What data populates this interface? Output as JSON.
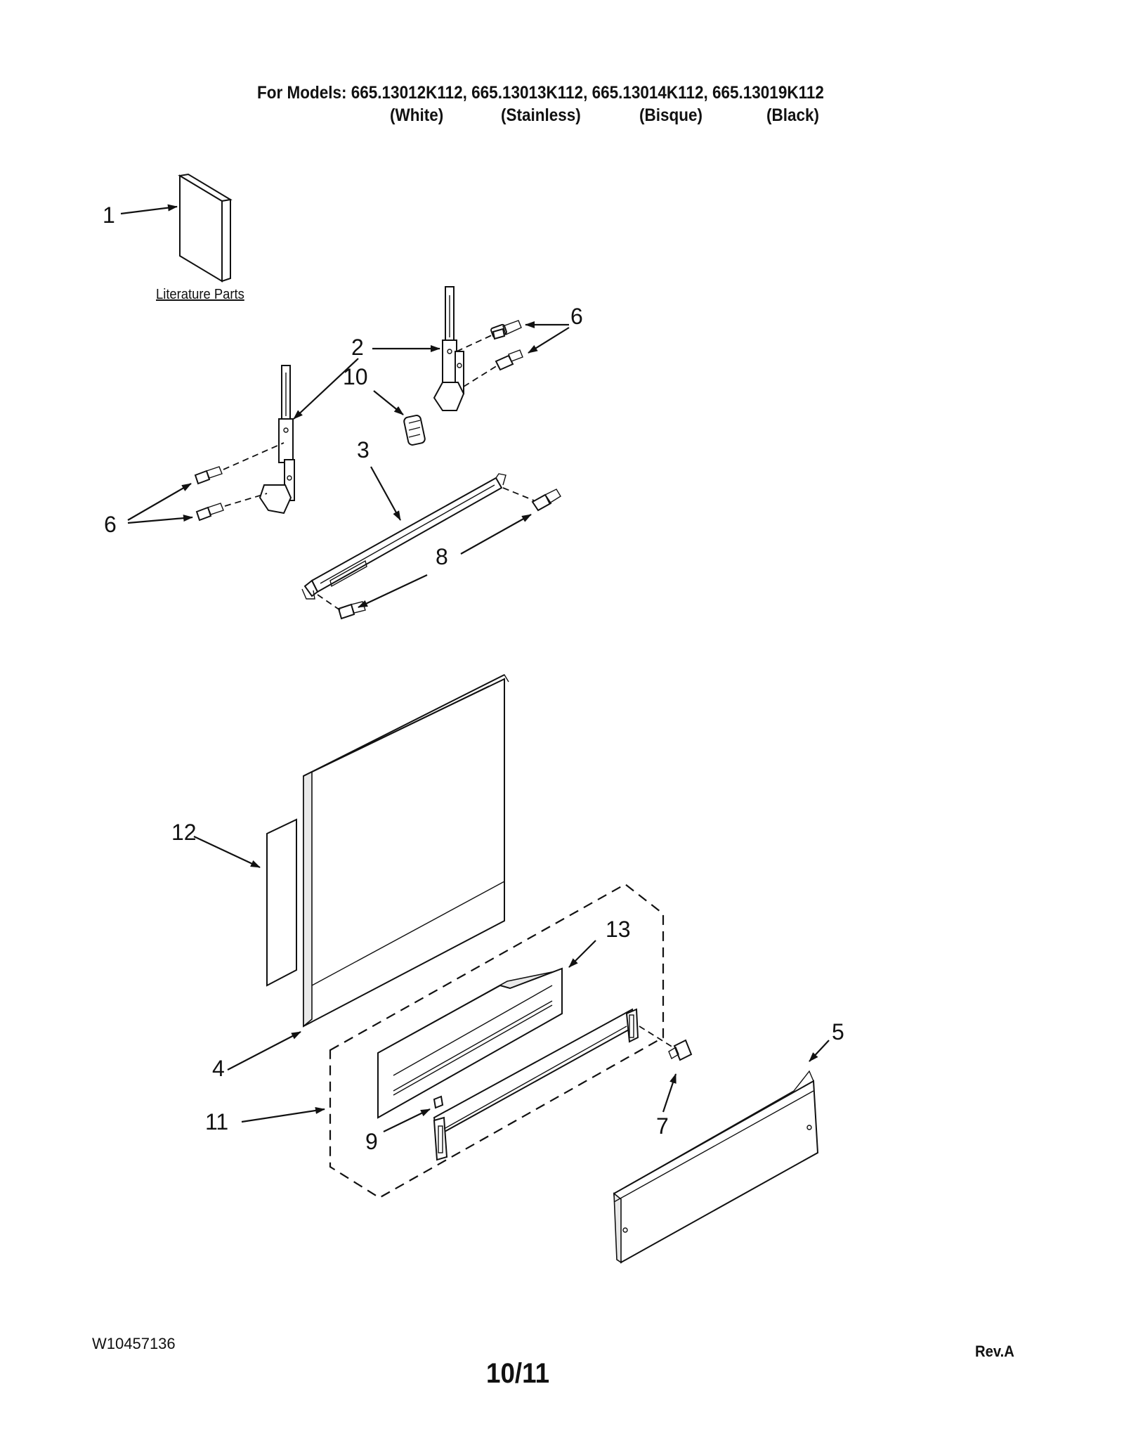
{
  "header": {
    "models_line": "For Models: 665.13012K112, 665.13013K112, 665.13014K112, 665.13019K112",
    "colors": [
      "(White)",
      "(Stainless)",
      "(Bisque)",
      "(Black)"
    ]
  },
  "literature_label": "Literature Parts",
  "callouts": {
    "c1": "1",
    "c2": "2",
    "c3": "3",
    "c4": "4",
    "c5": "5",
    "c6a": "6",
    "c6b": "6",
    "c7": "7",
    "c8": "8",
    "c9": "9",
    "c10": "10",
    "c11": "11",
    "c12": "12",
    "c13": "13"
  },
  "footer": {
    "doc_number": "W10457136",
    "page": "10/11",
    "revision": "Rev.A"
  }
}
